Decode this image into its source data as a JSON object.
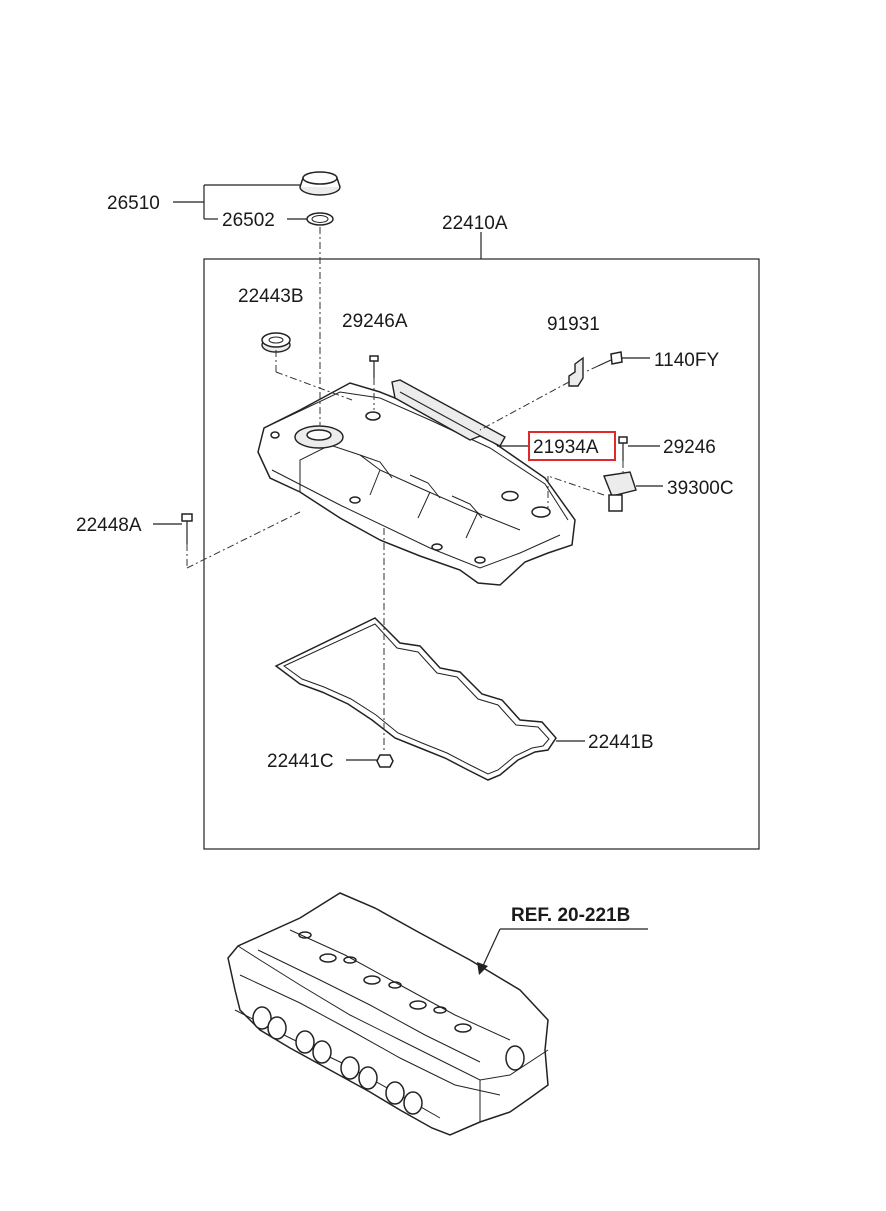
{
  "parts": {
    "p26510": "26510",
    "p26502": "26502",
    "p22410A": "22410A",
    "p22443B": "22443B",
    "p29246A": "29246A",
    "p91931": "91931",
    "p1140FY": "1140FY",
    "p21934A": "21934A",
    "p29246": "29246",
    "p39300C": "39300C",
    "p22448A": "22448A",
    "p22441C": "22441C",
    "p22441B": "22441B"
  },
  "reference": "REF. 20-221B",
  "highlight_color": "#e0292b"
}
